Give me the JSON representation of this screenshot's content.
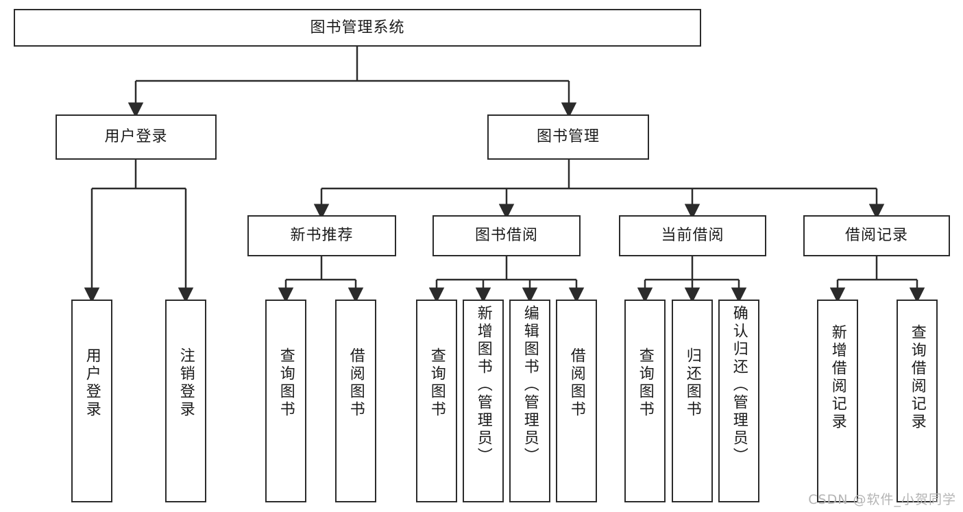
{
  "diagram": {
    "type": "tree-hierarchy",
    "title": "图书管理系统",
    "root": {
      "label": "图书管理系统"
    },
    "level2": [
      {
        "label": "用户登录"
      },
      {
        "label": "图书管理"
      }
    ],
    "level3": [
      {
        "label": "新书推荐"
      },
      {
        "label": "图书借阅"
      },
      {
        "label": "当前借阅"
      },
      {
        "label": "借阅记录"
      }
    ],
    "leaves": [
      {
        "label": "用户登录",
        "parent": "用户登录"
      },
      {
        "label": "注销登录",
        "parent": "用户登录"
      },
      {
        "label": "查询图书",
        "parent": "新书推荐"
      },
      {
        "label": "借阅图书",
        "parent": "新书推荐"
      },
      {
        "label": "查询图书",
        "parent": "图书借阅"
      },
      {
        "label": "新增图书（管理员）",
        "parent": "图书借阅"
      },
      {
        "label": "编辑图书（管理员）",
        "parent": "图书借阅"
      },
      {
        "label": "借阅图书",
        "parent": "图书借阅"
      },
      {
        "label": "查询图书",
        "parent": "当前借阅"
      },
      {
        "label": "归还图书",
        "parent": "当前借阅"
      },
      {
        "label": "确认归还（管理员）",
        "parent": "当前借阅"
      },
      {
        "label": "新增借阅记录",
        "parent": "借阅记录"
      },
      {
        "label": "查询借阅记录",
        "parent": "借阅记录"
      }
    ]
  },
  "watermark": {
    "text": "CSDN @软件_小贺同学"
  },
  "colors": {
    "stroke": "#2b2b2b",
    "background": "#ffffff",
    "text": "#1b1b1b",
    "watermark": "#b4b4b4"
  }
}
